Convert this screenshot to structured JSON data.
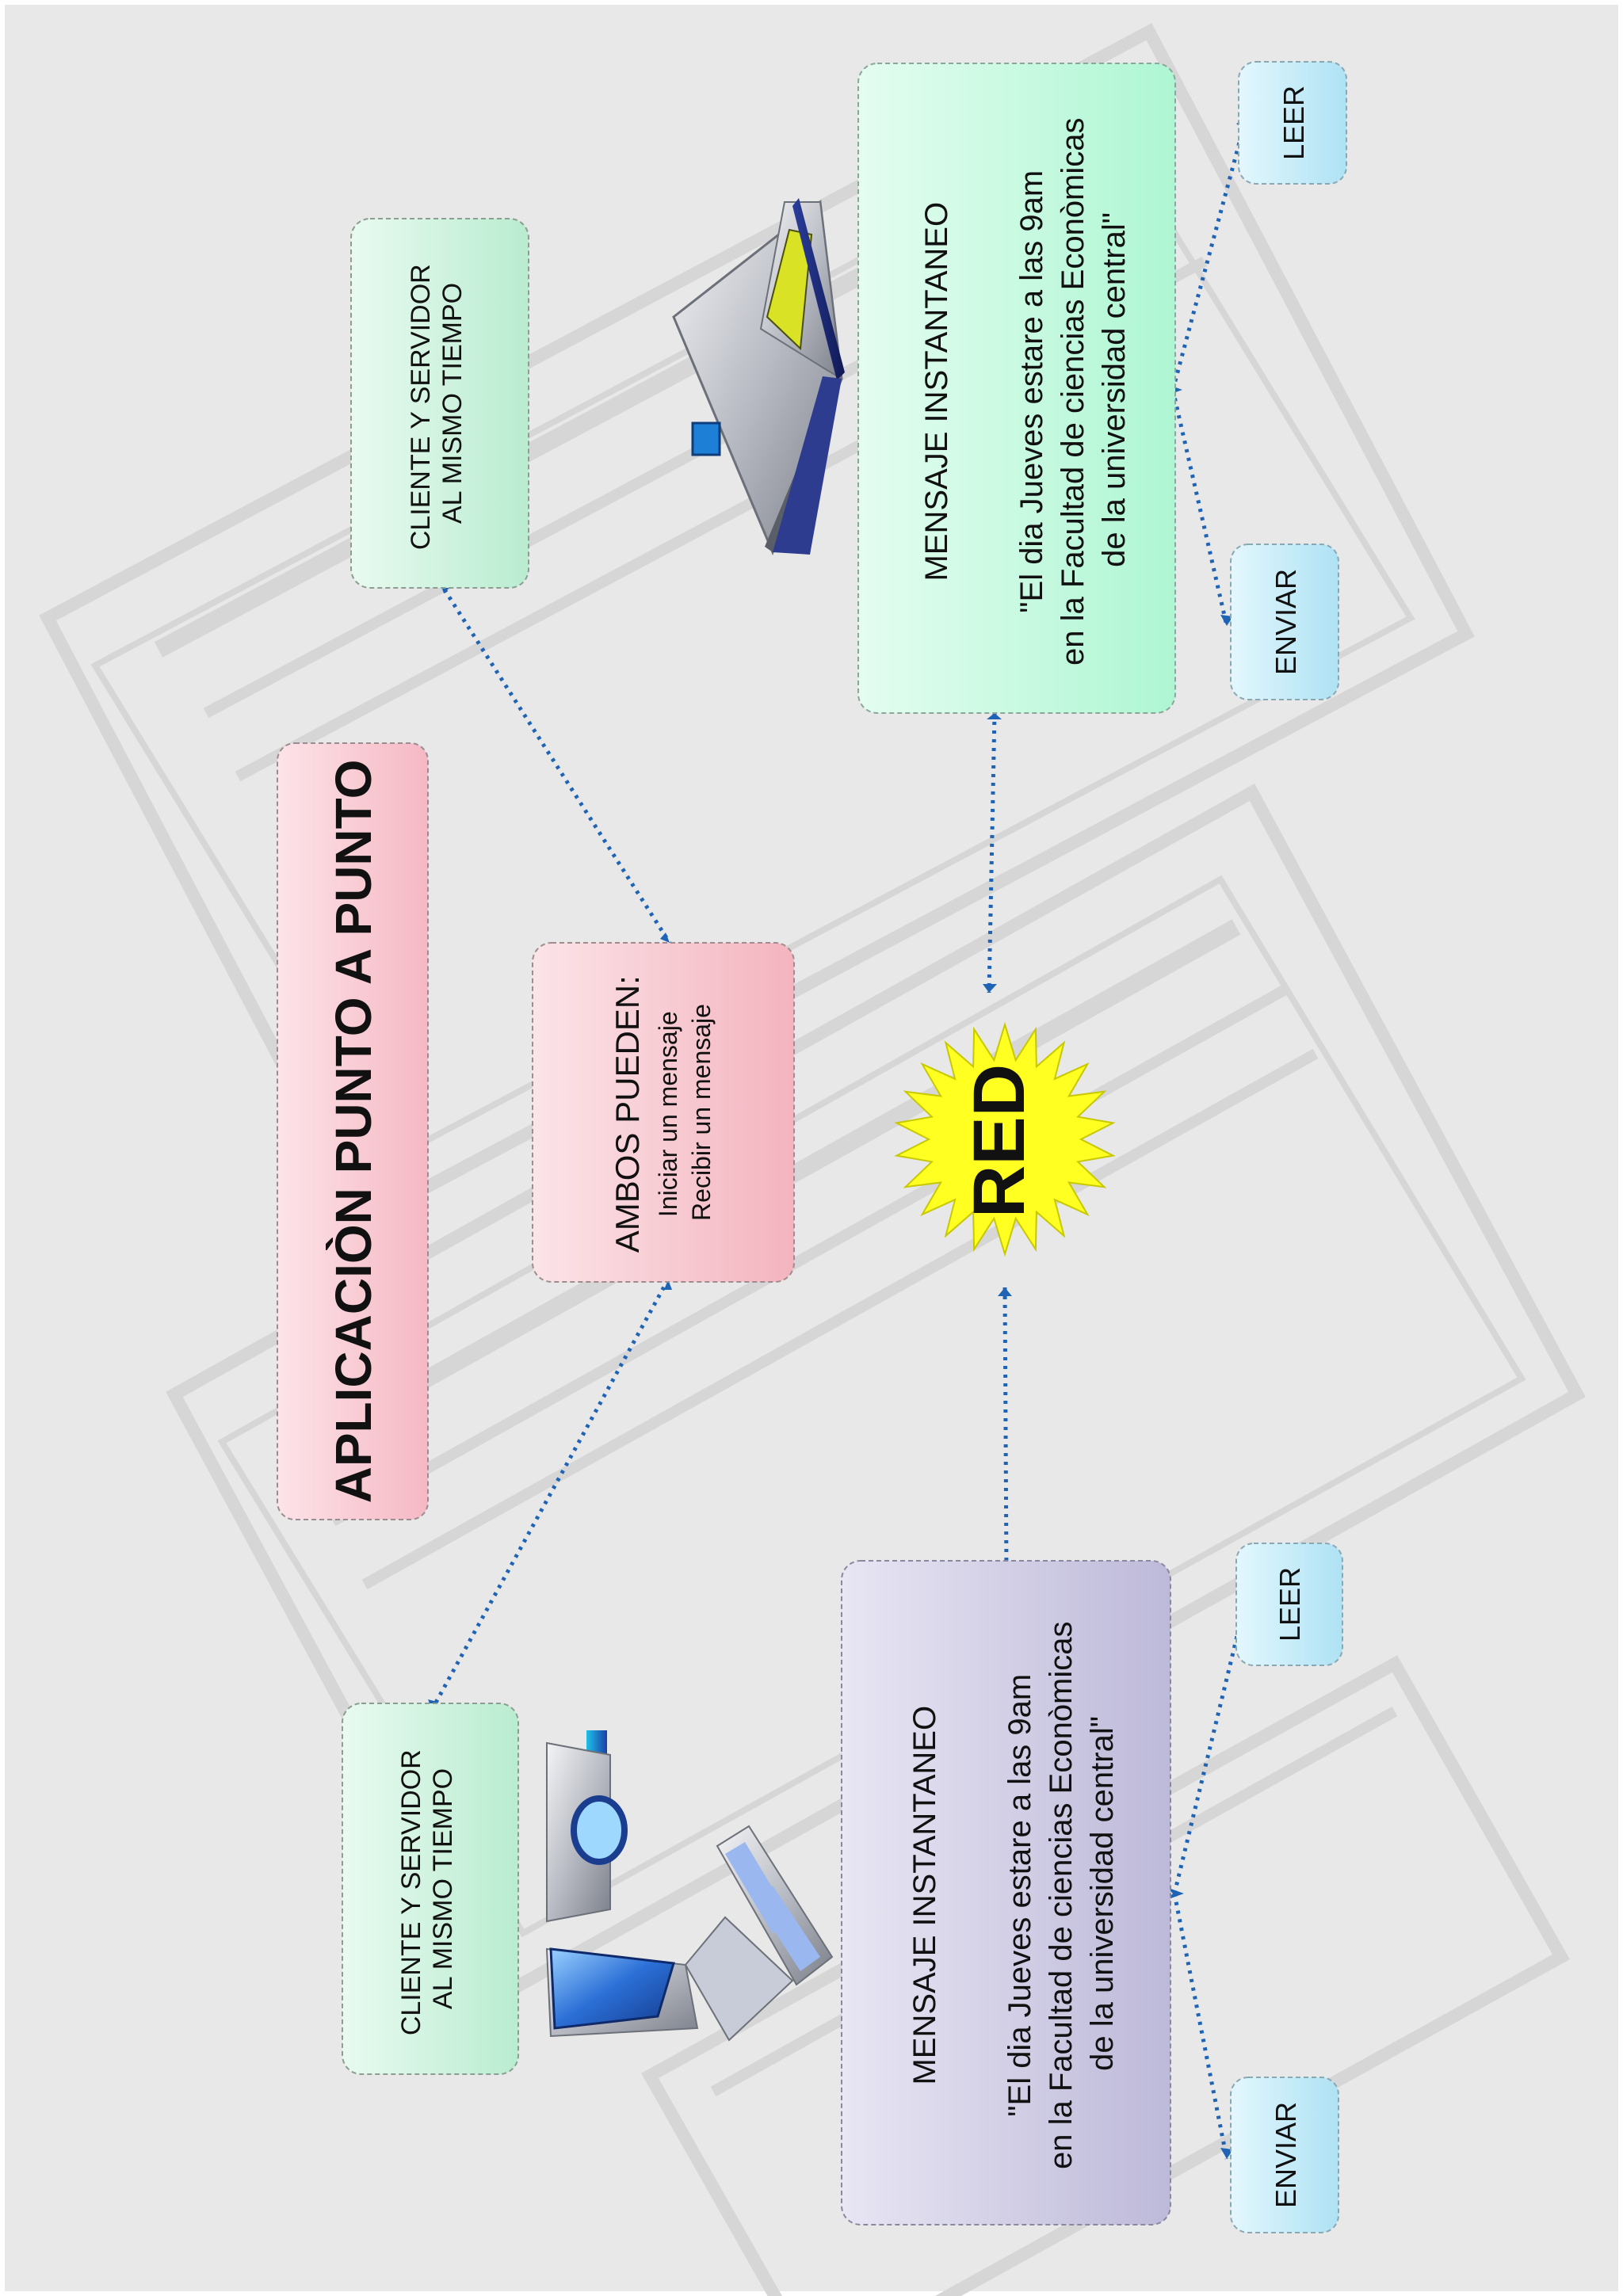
{
  "title": "APLICACIÒN PUNTO A PUNTO",
  "network_label": "RED",
  "peer_role_top": [
    "CLIENTE Y SERVIDOR",
    "AL MISMO TIEMPO"
  ],
  "peer_role_bottom": [
    "CLIENTE Y SERVIDOR",
    "AL MISMO TIEMPO"
  ],
  "both_can": {
    "heading": "AMBOS PUEDEN:",
    "items": [
      "Iniciar un mensaje",
      "Recibir un mensaje"
    ]
  },
  "message_top": {
    "heading": "MENSAJE INSTANTANEO",
    "lines": [
      "\"El dia Jueves estare a las 9am",
      "en la Facultad de ciencias Econòmicas",
      "de la universidad central\""
    ]
  },
  "message_bottom": {
    "heading": "MENSAJE INSTANTANEO",
    "lines": [
      "\"El dia Jueves estare a las 9am",
      "en la Facultad de ciencias Econòmicas",
      "de la universidad central\""
    ]
  },
  "actions_top": {
    "send": "ENVIAR",
    "read": "LEER"
  },
  "actions_bottom": {
    "send": "ENVIAR",
    "read": "LEER"
  },
  "icons": [
    "laptop-icon",
    "desktop-computer-icon",
    "network-starburst-icon"
  ],
  "colors": {
    "title_text": "#ee1111",
    "title_box": "#f9c6cf",
    "pink_box": "#f7c4cc",
    "green_box": "#cdf3de",
    "mint_box": "#c6f8e0",
    "lavender_box": "#d2cfe6",
    "button_box": "#c8ecf8",
    "connector": "#1f63b5",
    "starburst": "#ffff22",
    "background": "#e8e8e8"
  }
}
